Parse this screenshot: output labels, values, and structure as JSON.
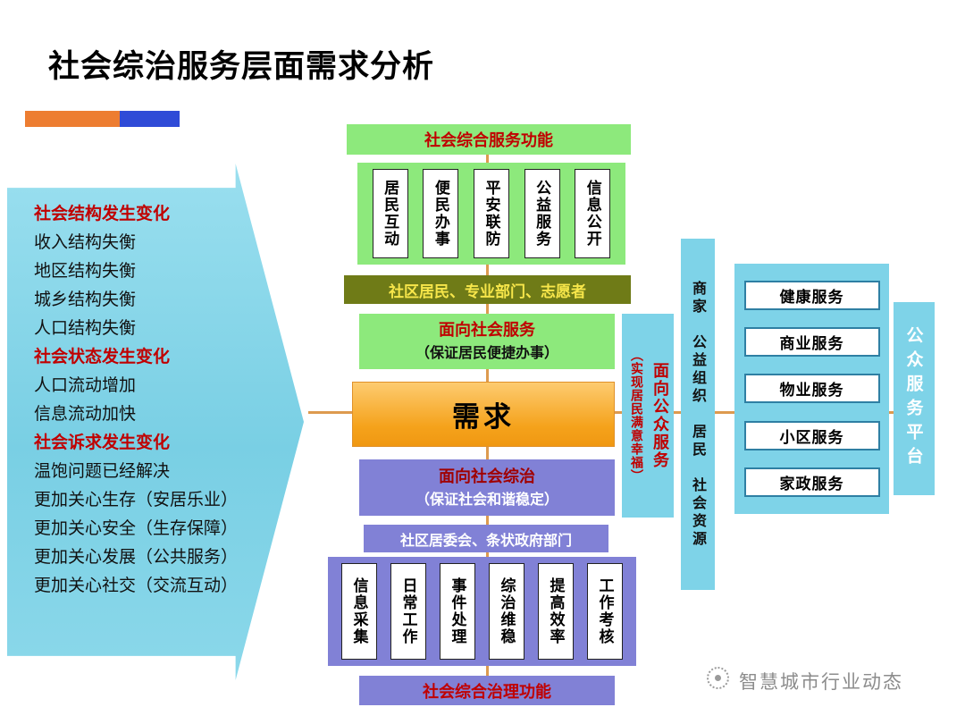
{
  "title": "社会综治服务层面需求分析",
  "arrow": {
    "items": [
      {
        "text": "社会结构发生变化"
      },
      {
        "text": "收入结构失衡"
      },
      {
        "text": "地区结构失衡"
      },
      {
        "text": "城乡结构失衡"
      },
      {
        "text": "人口结构失衡"
      },
      {
        "text": "社会状态发生变化"
      },
      {
        "text": "人口流动增加"
      },
      {
        "text": "信息流动加快"
      },
      {
        "text": "社会诉求发生变化"
      },
      {
        "text": "温饱问题已经解决"
      },
      {
        "text": "更加关心生存（安居乐业）"
      },
      {
        "text": "更加关心安全（生存保障）"
      },
      {
        "text": "更加关心发展（公共服务）"
      },
      {
        "text": "更加关心社交（交流互动）"
      }
    ]
  },
  "center": {
    "top_banner": "社会综合服务功能",
    "service_functions": [
      "居民互动",
      "便民办事",
      "平安联防",
      "公益服务",
      "信息公开"
    ],
    "service_actors": "社区居民、专业部门、志愿者",
    "social_service": {
      "title": "面向社会服务",
      "subtitle": "（保证居民便捷办事）"
    },
    "demand": "需求",
    "social_governance": {
      "title": "面向社会综治",
      "subtitle": "（保证社会和谐稳定）"
    },
    "governance_actors": "社区居委会、条状政府部门",
    "governance_functions": [
      "信息采集",
      "日常工作",
      "事件处理",
      "综治维稳",
      "提高效率",
      "工作考核"
    ],
    "bottom_banner": "社会综合治理功能"
  },
  "right": {
    "public_service": {
      "title": "面向公众服务",
      "subtitle": "（实现居民满意幸福）"
    },
    "resources": "商家　公益组织　居民　社会资源",
    "services": [
      "健康服务",
      "商业服务",
      "物业服务",
      "小区服务",
      "家政服务"
    ],
    "platform": "公众服务平台"
  },
  "watermark": "智慧城市行业动态",
  "colors": {
    "accent_orange": "#ED7D31",
    "accent_blue": "#2F4BD7",
    "cyan": "#7ED3E8",
    "green": "#8DE97C",
    "olive": "#6F7B17",
    "demand_orange": "#F5A21B",
    "purple": "#8181D6",
    "red_text": "#C00000",
    "connector": "#DD9A4F"
  }
}
